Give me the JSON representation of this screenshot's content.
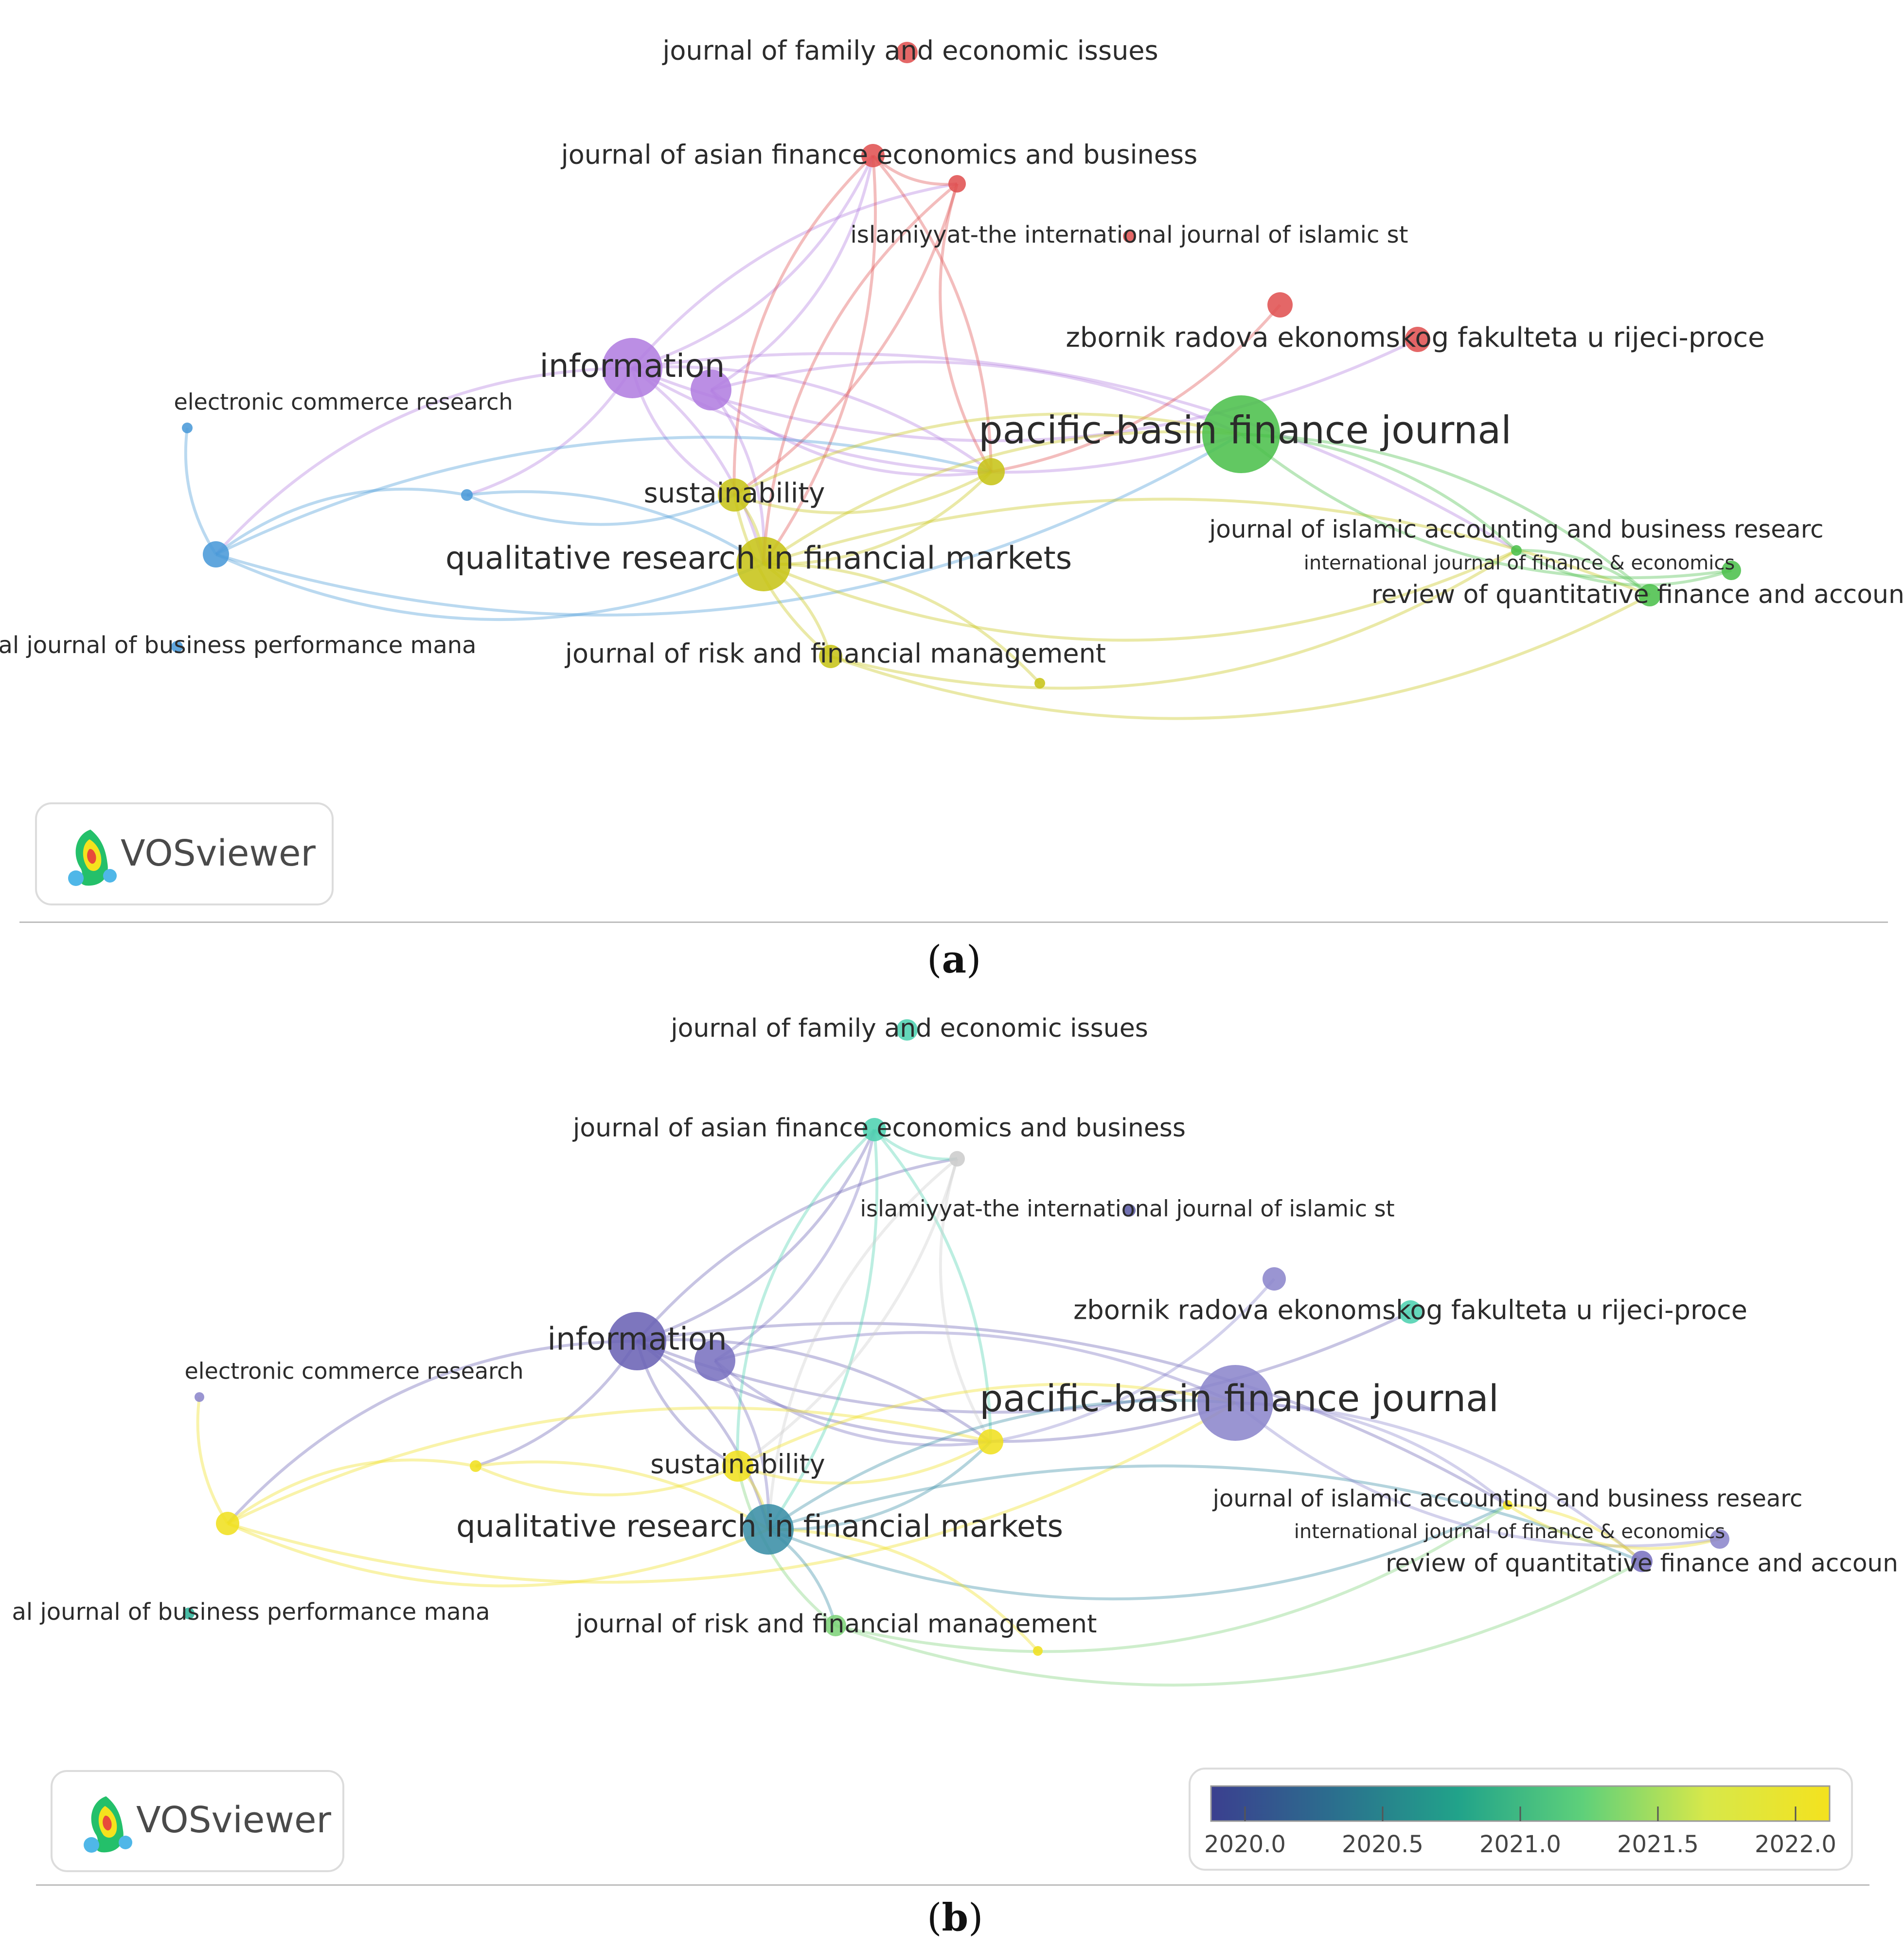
{
  "panels": [
    {
      "id": "a",
      "caption_letter": "a",
      "logo_text": "VOSviewer",
      "show_legend": false
    },
    {
      "id": "b",
      "caption_letter": "b",
      "logo_text": "VOSviewer",
      "show_legend": true
    }
  ],
  "legend": {
    "ticks": [
      "2020.0",
      "2020.5",
      "2021.0",
      "2021.5",
      "2022.0"
    ],
    "gradient_colors": [
      "#3b3f8f",
      "#2b6f8e",
      "#21a38a",
      "#5ed07a",
      "#d7e84a",
      "#f4e21e"
    ]
  },
  "nodes": [
    {
      "id": "family",
      "label": "journal of family and economic issues",
      "clusterA": "#e05252",
      "colorB": "#4fd1b0"
    },
    {
      "id": "asian",
      "label": "journal of asian finance economics and business",
      "clusterA": "#e05252",
      "colorB": "#4fd1b0"
    },
    {
      "id": "red2",
      "label": "",
      "clusterA": "#e05252",
      "colorB": "#cccccc"
    },
    {
      "id": "islamiyyat",
      "label": "islamiyyat-the international journal of islamic st",
      "clusterA": "#e05252",
      "colorB": "#5f5fa8"
    },
    {
      "id": "red3",
      "label": "",
      "clusterA": "#e05252",
      "colorB": "#8c86cc"
    },
    {
      "id": "zbornik",
      "label": "zbornik radova ekonomskog fakulteta u rijeci-proce",
      "clusterA": "#e05252",
      "colorB": "#4fd1b0"
    },
    {
      "id": "information",
      "label": "information",
      "clusterA": "#b27ee0",
      "colorB": "#6b63b5"
    },
    {
      "id": "purple2",
      "label": "",
      "clusterA": "#b27ee0",
      "colorB": "#7a72c0"
    },
    {
      "id": "ecommerce",
      "label": "electronic commerce research",
      "clusterA": "#4a9ad8",
      "colorB": "#8c86cc"
    },
    {
      "id": "bluehub",
      "label": "",
      "clusterA": "#4a9ad8",
      "colorB": "#f0e020"
    },
    {
      "id": "blueleft",
      "label": "",
      "clusterA": "#4a9ad8",
      "colorB": "#f0e020"
    },
    {
      "id": "bizperf",
      "label": "al journal of business performance mana",
      "clusterA": "#4a9ad8",
      "colorB": "#2fb39a"
    },
    {
      "id": "pacific",
      "label": "pacific-basin finance journal",
      "clusterA": "#4cc04c",
      "colorB": "#8c86cc"
    },
    {
      "id": "sustain",
      "label": "sustainability",
      "clusterA": "#c7c418",
      "colorB": "#f0e020"
    },
    {
      "id": "yellow2",
      "label": "",
      "clusterA": "#c7c418",
      "colorB": "#f0e020"
    },
    {
      "id": "qual",
      "label": "qualitative research in financial markets",
      "clusterA": "#c7c418",
      "colorB": "#3a8ea6"
    },
    {
      "id": "risk",
      "label": "journal of risk and financial management",
      "clusterA": "#c7c418",
      "colorB": "#7ed37a"
    },
    {
      "id": "yellow3",
      "label": "",
      "clusterA": "#c7c418",
      "colorB": "#f0e020"
    },
    {
      "id": "islacc",
      "label": "journal of islamic accounting and business researc",
      "clusterA": "#4cc04c",
      "colorB": "#f0e020"
    },
    {
      "id": "ijfe",
      "label": "international journal of finance & economics",
      "clusterA": "#4cc04c",
      "colorB": "#8c86cc"
    },
    {
      "id": "rqfa",
      "label": "review of quantitative finance and accoun",
      "clusterA": "#4cc04c",
      "colorB": "#7a72c0"
    }
  ],
  "links": [
    [
      "information",
      "asian"
    ],
    [
      "information",
      "red2"
    ],
    [
      "information",
      "sustain"
    ],
    [
      "information",
      "qual"
    ],
    [
      "information",
      "pacific"
    ],
    [
      "information",
      "bluehub"
    ],
    [
      "information",
      "blueleft"
    ],
    [
      "information",
      "yellow2"
    ],
    [
      "information",
      "zbornik"
    ],
    [
      "information",
      "islacc"
    ],
    [
      "purple2",
      "asian"
    ],
    [
      "purple2",
      "qual"
    ],
    [
      "purple2",
      "yellow2"
    ],
    [
      "purple2",
      "pacific"
    ],
    [
      "asian",
      "red2"
    ],
    [
      "asian",
      "qual"
    ],
    [
      "asian",
      "sustain"
    ],
    [
      "asian",
      "yellow2"
    ],
    [
      "red2",
      "qual"
    ],
    [
      "red2",
      "sustain"
    ],
    [
      "red2",
      "yellow2"
    ],
    [
      "red3",
      "yellow2"
    ],
    [
      "bluehub",
      "blueleft"
    ],
    [
      "bluehub",
      "qual"
    ],
    [
      "bluehub",
      "sustain"
    ],
    [
      "blueleft",
      "ecommerce"
    ],
    [
      "blueleft",
      "qual"
    ],
    [
      "blueleft",
      "yellow2"
    ],
    [
      "blueleft",
      "pacific"
    ],
    [
      "sustain",
      "qual"
    ],
    [
      "sustain",
      "yellow2"
    ],
    [
      "qual",
      "risk"
    ],
    [
      "qual",
      "yellow2"
    ],
    [
      "qual",
      "pacific"
    ],
    [
      "qual",
      "islacc"
    ],
    [
      "qual",
      "rqfa"
    ],
    [
      "risk",
      "islacc"
    ],
    [
      "risk",
      "sustain"
    ],
    [
      "yellow3",
      "qual"
    ],
    [
      "pacific",
      "islacc"
    ],
    [
      "pacific",
      "ijfe"
    ],
    [
      "pacific",
      "rqfa"
    ],
    [
      "islacc",
      "ijfe"
    ],
    [
      "islacc",
      "rqfa"
    ],
    [
      "risk",
      "rqfa"
    ],
    [
      "sustain",
      "pacific"
    ]
  ]
}
